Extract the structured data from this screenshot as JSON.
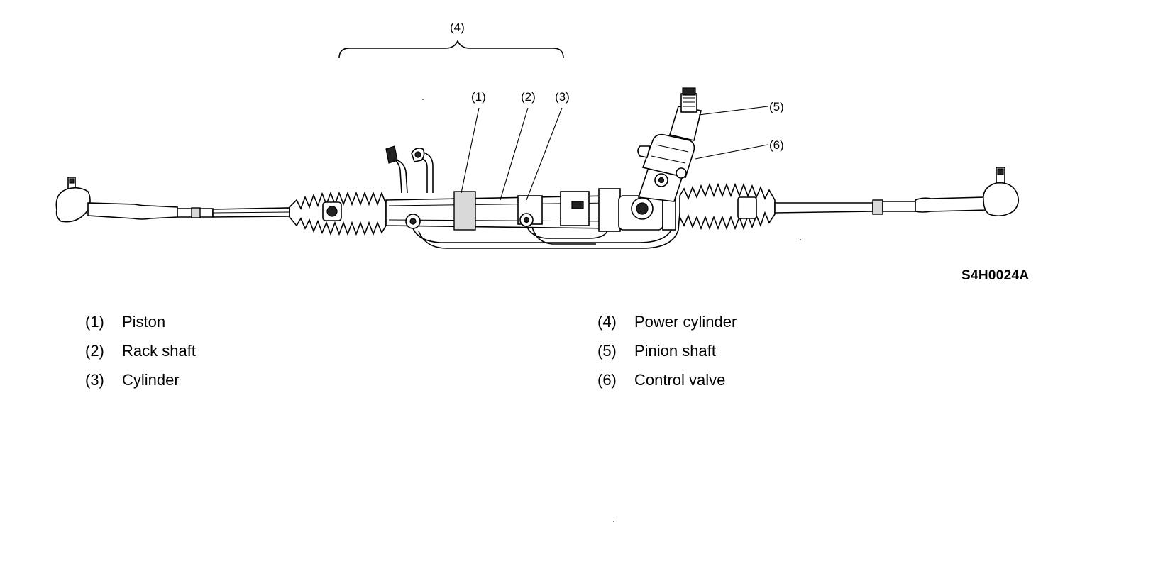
{
  "callouts": {
    "c1": "(1)",
    "c2": "(2)",
    "c3": "(3)",
    "c4": "(4)",
    "c5": "(5)",
    "c6": "(6)"
  },
  "figure_code": "S4H0024A",
  "legend": {
    "left": [
      {
        "num": "(1)",
        "label": "Piston"
      },
      {
        "num": "(2)",
        "label": "Rack shaft"
      },
      {
        "num": "(3)",
        "label": "Cylinder"
      }
    ],
    "right": [
      {
        "num": "(4)",
        "label": "Power cylinder"
      },
      {
        "num": "(5)",
        "label": "Pinion shaft"
      },
      {
        "num": "(6)",
        "label": "Control valve"
      }
    ]
  }
}
